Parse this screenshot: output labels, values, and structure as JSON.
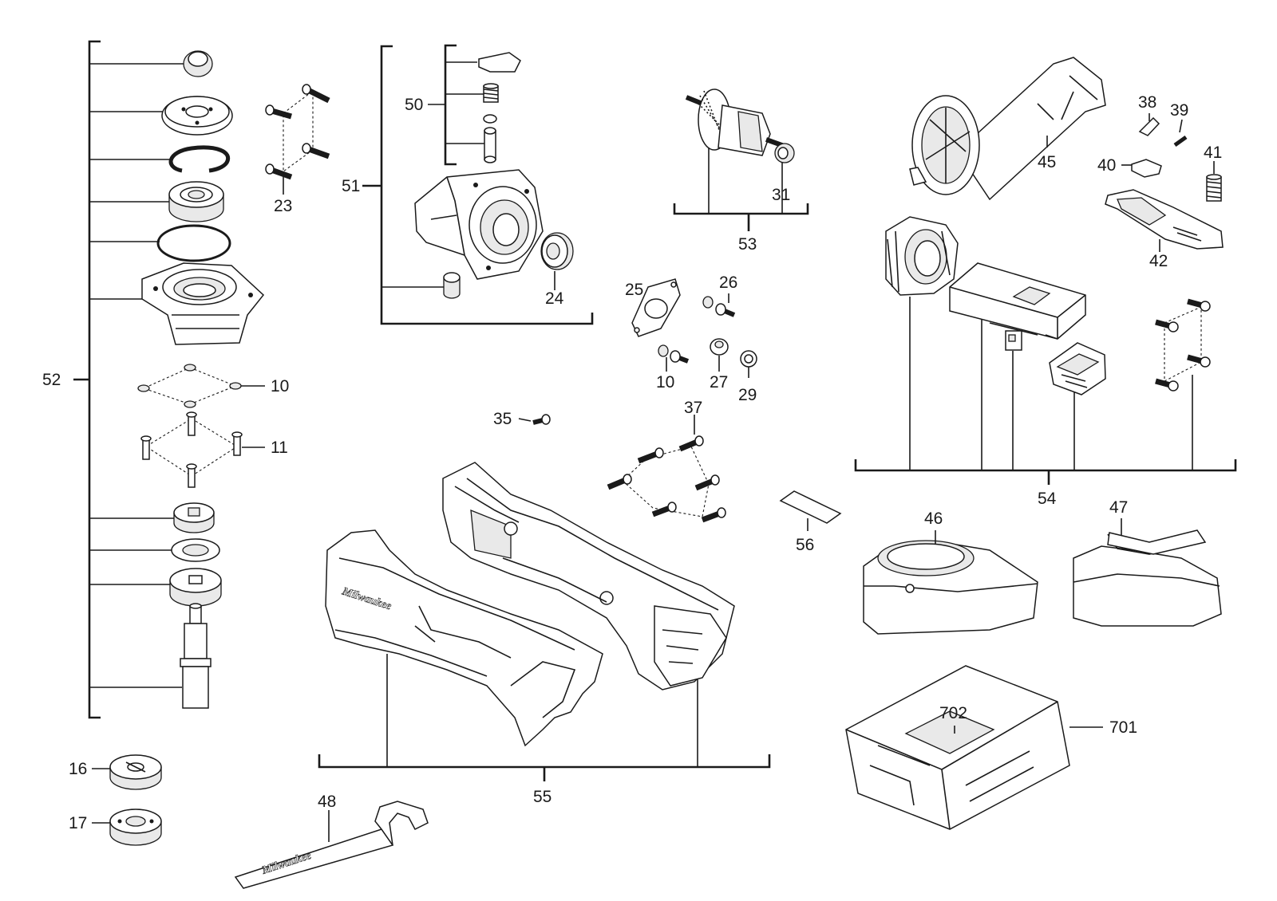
{
  "labels": {
    "l10a": "10",
    "l10b": "10",
    "l11": "11",
    "l16": "16",
    "l17": "17",
    "l23": "23",
    "l24": "24",
    "l25": "25",
    "l26": "26",
    "l27": "27",
    "l29": "29",
    "l31": "31",
    "l35": "35",
    "l37": "37",
    "l38": "38",
    "l39": "39",
    "l40": "40",
    "l41": "41",
    "l42": "42",
    "l45": "45",
    "l46": "46",
    "l47": "47",
    "l48": "48",
    "l50": "50",
    "l51": "51",
    "l52": "52",
    "l53": "53",
    "l54": "54",
    "l55": "55",
    "l56": "56",
    "l701": "701",
    "l702": "702"
  },
  "brand": {
    "housing_logo": "Milwaukee",
    "wrench_logo": "Milwaukee"
  },
  "colors": {
    "ink": "#1a1a1a",
    "paper": "#ffffff"
  }
}
